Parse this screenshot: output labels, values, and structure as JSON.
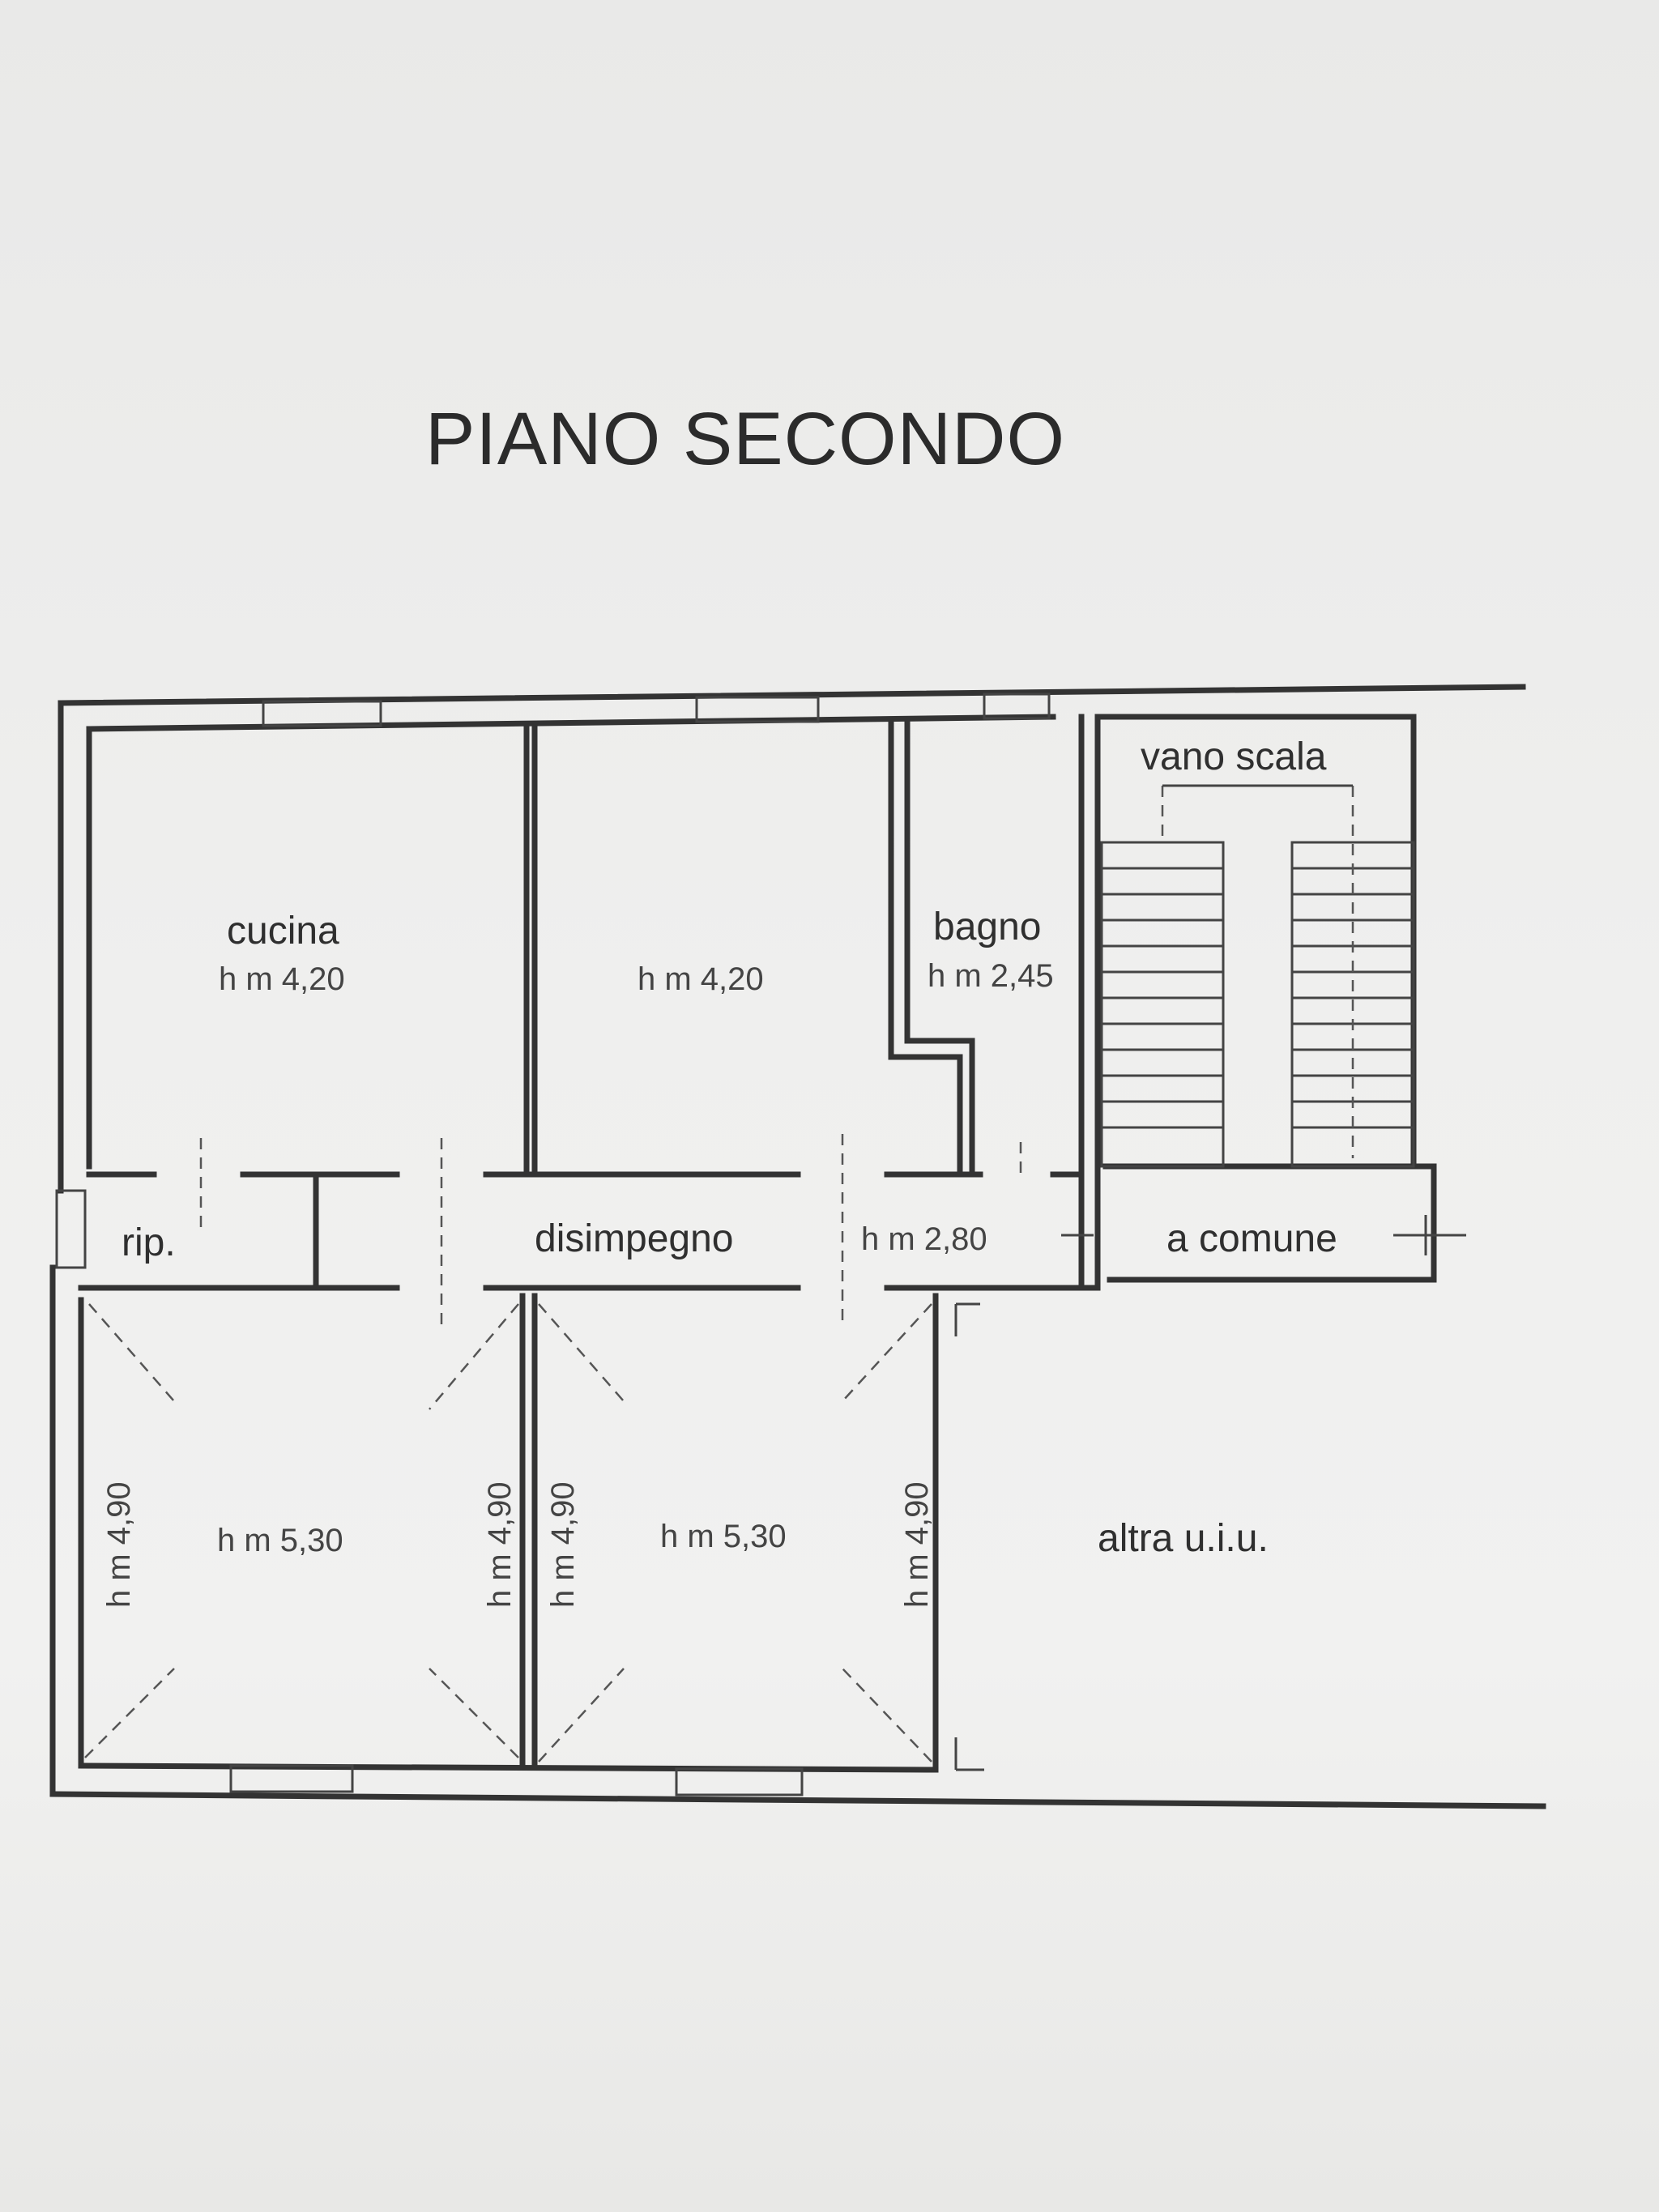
{
  "title": "PIANO SECONDO",
  "rooms": {
    "cucina": {
      "name": "cucina",
      "height": "h m 4,20"
    },
    "room2": {
      "height": "h m 4,20"
    },
    "bagno": {
      "name": "bagno",
      "height": "h m 2,45"
    },
    "stair": {
      "name": "vano scala"
    },
    "rip": {
      "name": "rip."
    },
    "disimpegno": {
      "name": "disimpegno"
    },
    "corridor_height": "h m 2,80",
    "common": {
      "name": "a comune"
    },
    "bedroom1": {
      "height": "h m 5,30",
      "side_left": "h m 4,90",
      "side_right": "h m 4,90"
    },
    "bedroom2": {
      "height": "h m 5,30",
      "side_left": "h m 4,90",
      "side_right": "h m 4,90"
    },
    "other": {
      "name": "altra u.i.u."
    }
  }
}
